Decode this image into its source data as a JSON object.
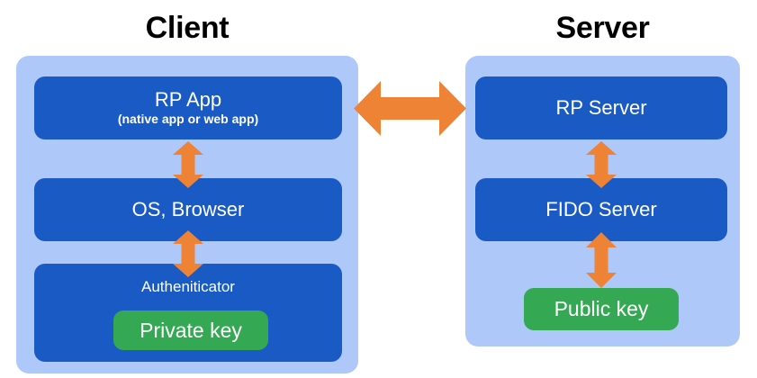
{
  "diagram": {
    "title_client": "Client",
    "title_server": "Server",
    "colors": {
      "panel_blue": "#AEC8FA",
      "box_blue": "#1A5AC4",
      "key_green": "#34A853",
      "arrow_orange": "#EE8235",
      "title_black": "#000000",
      "background": "#FFFFFF"
    },
    "client": {
      "rp_app": {
        "title": "RP App",
        "subtitle": "(native app or web app)"
      },
      "os_browser": {
        "title": "OS, Browser"
      },
      "authenticator": {
        "label": "Autheniticator",
        "key": "Private key"
      }
    },
    "server": {
      "rp_server": {
        "title": "RP Server"
      },
      "fido_server": {
        "title": "FIDO Server"
      },
      "public_key": "Public key"
    },
    "arrows": [
      {
        "name": "client-server-link",
        "direction": "bidirectional-horizontal",
        "from": "RP App",
        "to": "RP Server"
      },
      {
        "name": "rpapp-osbrowser-link",
        "direction": "bidirectional-vertical",
        "from": "RP App",
        "to": "OS, Browser"
      },
      {
        "name": "osbrowser-authenticator-link",
        "direction": "bidirectional-vertical",
        "from": "OS, Browser",
        "to": "Autheniticator"
      },
      {
        "name": "rpserver-fidoserver-link",
        "direction": "bidirectional-vertical",
        "from": "RP Server",
        "to": "FIDO Server"
      },
      {
        "name": "fidoserver-publickey-link",
        "direction": "bidirectional-vertical",
        "from": "FIDO Server",
        "to": "Public key"
      }
    ]
  }
}
